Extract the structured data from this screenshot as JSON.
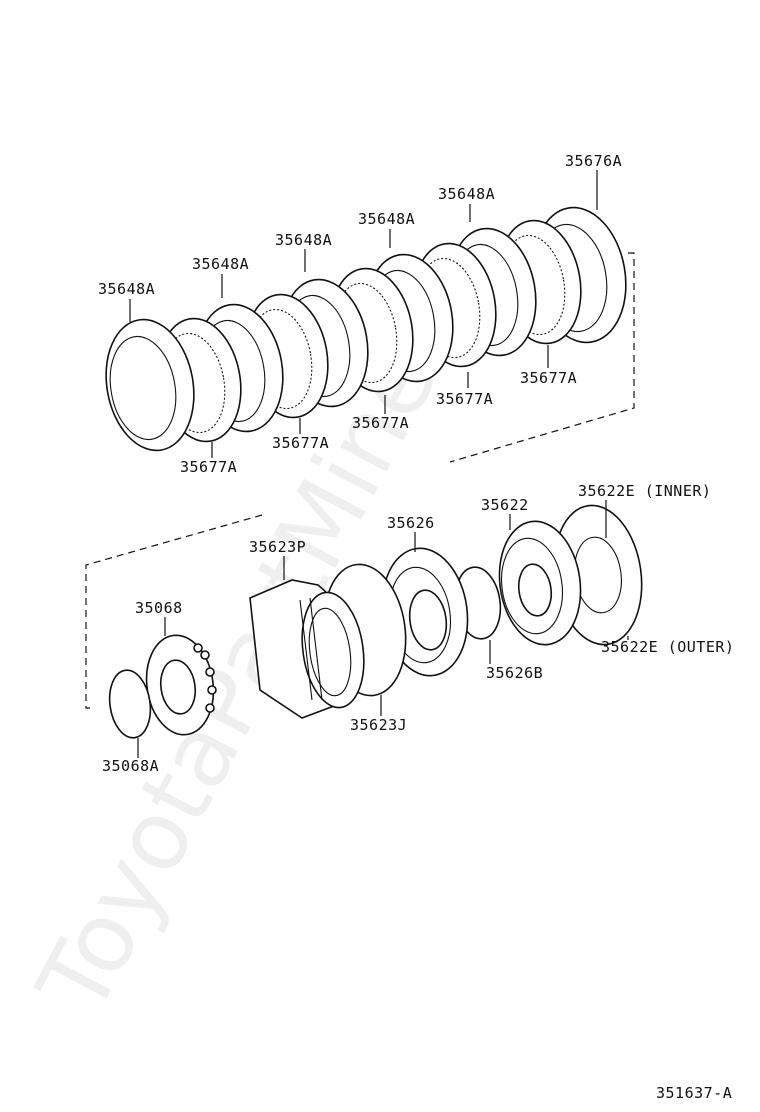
{
  "watermark": "ToyotaPartMine.ru",
  "drawing_ref": "351637-A",
  "parts": [
    {
      "id": "p1",
      "number": "35676A"
    },
    {
      "id": "p2",
      "number": "35648A"
    },
    {
      "id": "p3",
      "number": "35648A"
    },
    {
      "id": "p4",
      "number": "35648A"
    },
    {
      "id": "p5",
      "number": "35648A"
    },
    {
      "id": "p6",
      "number": "35648A"
    },
    {
      "id": "p7",
      "number": "35677A"
    },
    {
      "id": "p8",
      "number": "35677A"
    },
    {
      "id": "p9",
      "number": "35677A"
    },
    {
      "id": "p10",
      "number": "35677A"
    },
    {
      "id": "p11",
      "number": "35677A"
    },
    {
      "id": "p12",
      "number": "35622E (INNER)"
    },
    {
      "id": "p13",
      "number": "35622"
    },
    {
      "id": "p14",
      "number": "35626"
    },
    {
      "id": "p15",
      "number": "35623P"
    },
    {
      "id": "p16",
      "number": "35068"
    },
    {
      "id": "p17",
      "number": "35622E (OUTER)"
    },
    {
      "id": "p18",
      "number": "35626B"
    },
    {
      "id": "p19",
      "number": "35623J"
    },
    {
      "id": "p20",
      "number": "35068A"
    }
  ]
}
